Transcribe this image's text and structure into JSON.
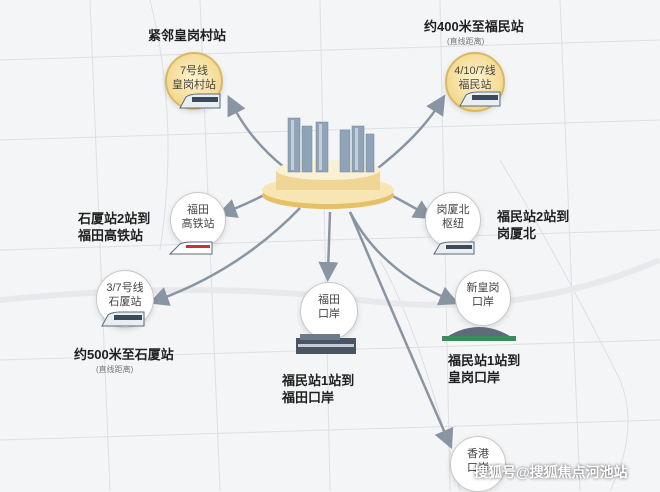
{
  "stations": {
    "top_left": {
      "line1": "7号线",
      "line2": "皇岗村站"
    },
    "top_right": {
      "line1": "4/10/7线",
      "line2": "福民站"
    },
    "mid_left": {
      "line1": "福田",
      "line2": "高铁站"
    },
    "mid_right": {
      "line1": "岗厦北",
      "line2": "枢纽"
    },
    "low_left": {
      "line1": "3/7号线",
      "line2": "石厦站"
    },
    "low_right": {
      "line1": "新皇岗",
      "line2": "口岸"
    },
    "center": {
      "line1": "福田",
      "line2": "口岸"
    },
    "bottom": {
      "line1": "香港",
      "line2": "口岸"
    }
  },
  "labels": {
    "top_left": "紧邻皇岗村站",
    "top_right": "约400米至福民站",
    "top_right_note": "(直线距离)",
    "mid_left": [
      "石厦站2站到",
      "福田高铁站"
    ],
    "mid_right": [
      "福民站2站到",
      "岗厦北"
    ],
    "low_left": "约500米至石厦站",
    "low_left_note": "(直线距离)",
    "center": [
      "福民站1站到",
      "福田口岸"
    ],
    "low_right": [
      "福民站1站到",
      "皇岗口岸"
    ]
  },
  "watermark": "搜狐号@搜狐焦点河池站",
  "colors": {
    "gold": "#d9b865",
    "arrow": "#8a95a3",
    "tower": "#8fa4b8"
  }
}
